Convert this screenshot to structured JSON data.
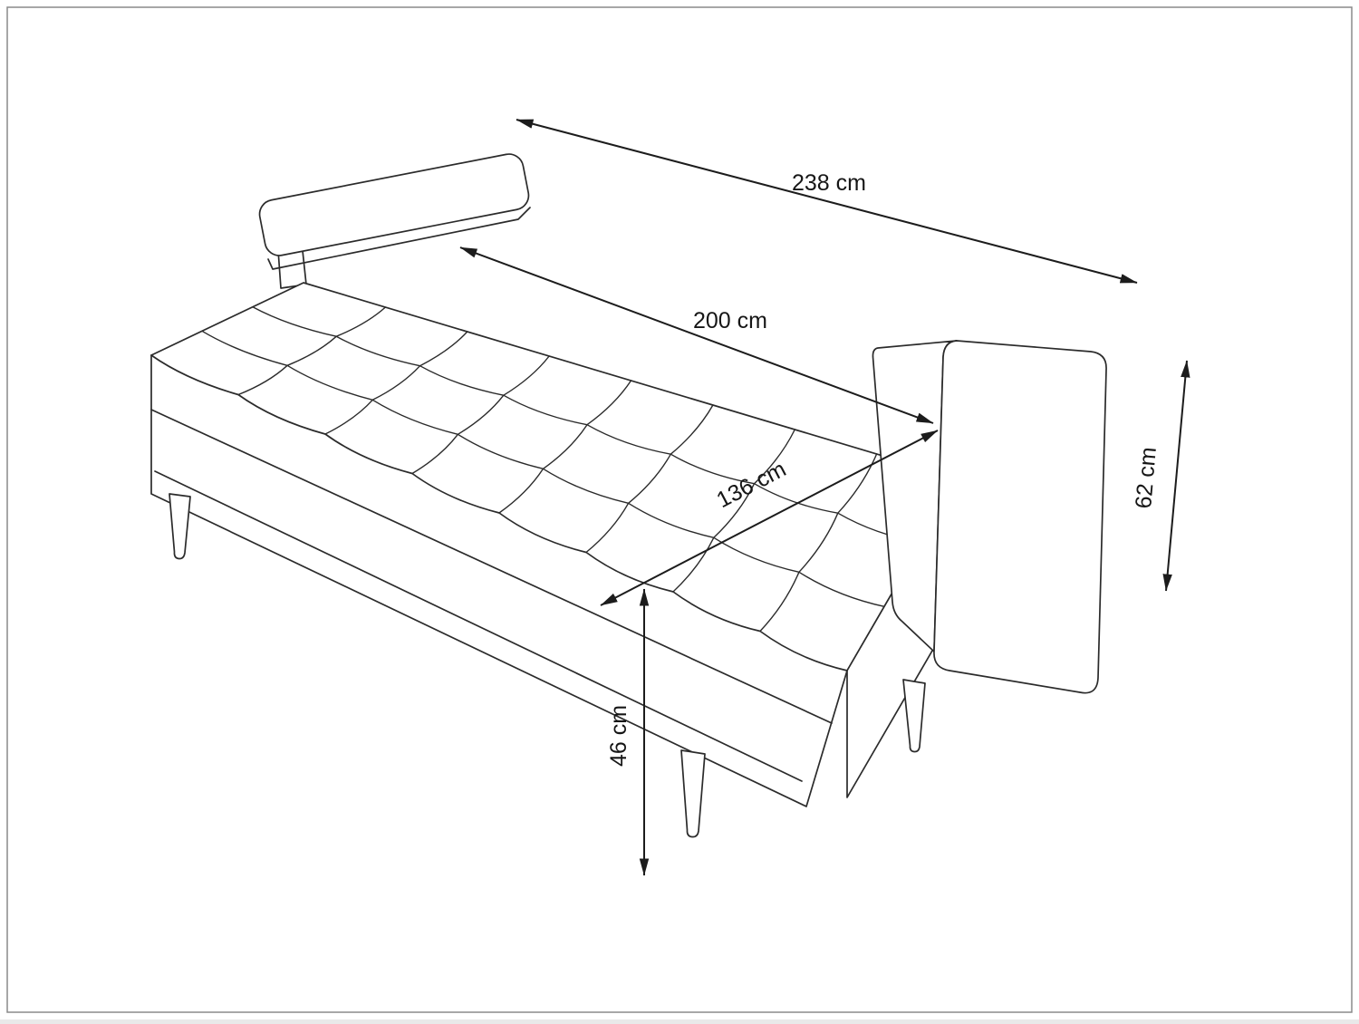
{
  "page": {
    "background": "#ffffff",
    "border_color": "#8a8a8a",
    "line_color": "#2b2b2b",
    "label_color": "#161616"
  },
  "diagram": {
    "type": "sofa-bed-dimension-drawing",
    "dimensions": {
      "overall_length": {
        "label": "238 cm"
      },
      "bed_length": {
        "label": "200 cm"
      },
      "bed_width": {
        "label": "136 cm"
      },
      "side_height": {
        "label": "62 cm"
      },
      "seat_height": {
        "label": "46 cm"
      }
    }
  }
}
